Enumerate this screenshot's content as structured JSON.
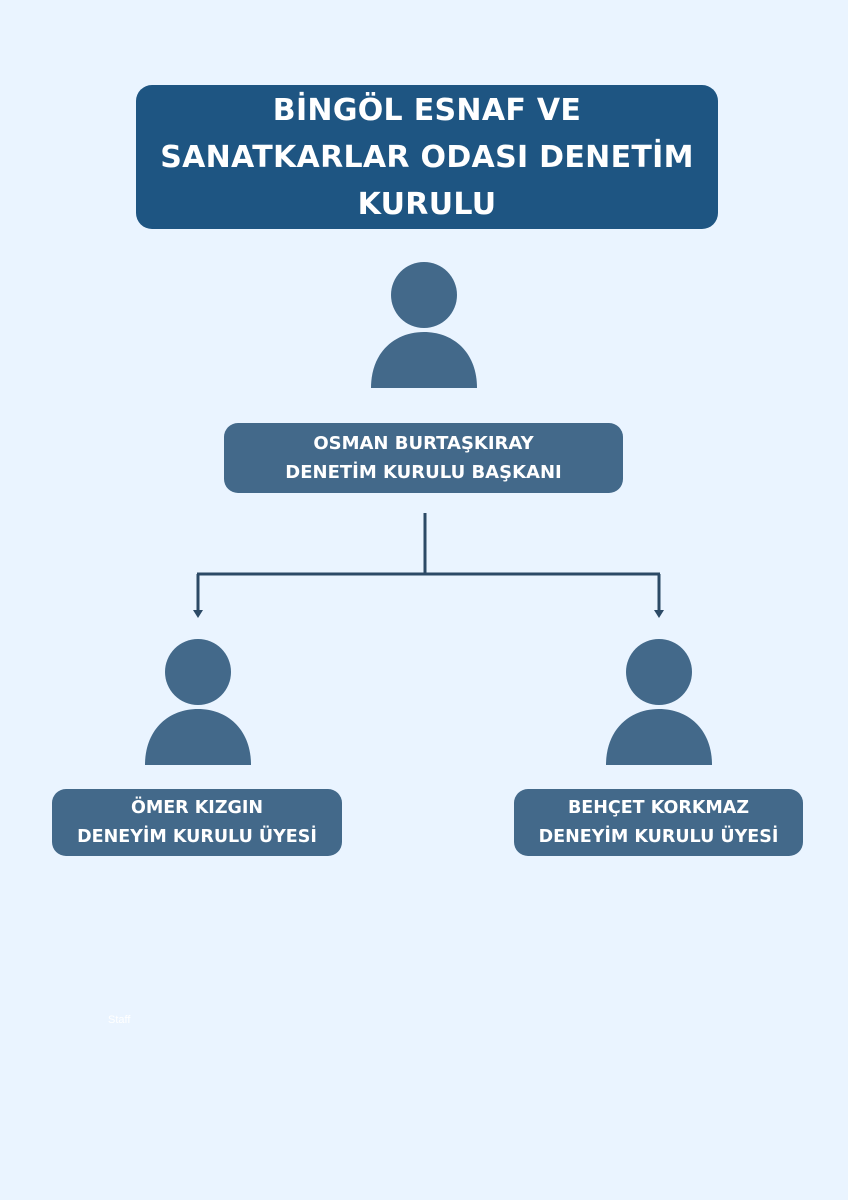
{
  "title": {
    "line1": "BİNGÖL ESNAF VE",
    "line2": "SANATKARLAR ODASI DENETİM",
    "line3": "KURULU"
  },
  "head": {
    "name": "OSMAN BURTAŞKIRAY",
    "role": "DENETİM KURULU BAŞKANI",
    "icon": "person-icon"
  },
  "members": [
    {
      "name": "ÖMER KIZGIN",
      "role": "DENEYİM KURULU ÜYESİ",
      "icon": "person-icon"
    },
    {
      "name": "BEHÇET KORKMAZ",
      "role": "DENEYİM KURULU ÜYESİ",
      "icon": "person-icon"
    }
  ],
  "watermark": "Staff",
  "colors": {
    "background": "#eaf4ff",
    "title_box": "#1e5582",
    "box": "#43698a",
    "person": "#43698a",
    "connector": "#2c4a66"
  }
}
